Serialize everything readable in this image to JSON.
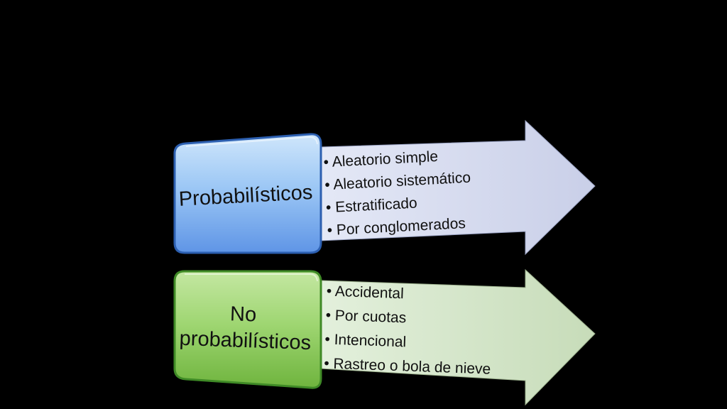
{
  "diagram": {
    "groups": [
      {
        "label_lines": [
          "Probabilísticos"
        ],
        "color": "#7fb2f0",
        "items": [
          "Aleatorio simple",
          "Aleatorio sistemático",
          "Estratificado",
          "Por conglomerados"
        ]
      },
      {
        "label_lines": [
          "No",
          "probabilísticos"
        ],
        "color": "#8fcc5c",
        "items": [
          "Accidental",
          "Por cuotas",
          "Intencional",
          "Rastreo o bola de nieve"
        ]
      }
    ],
    "bullet": "•"
  }
}
